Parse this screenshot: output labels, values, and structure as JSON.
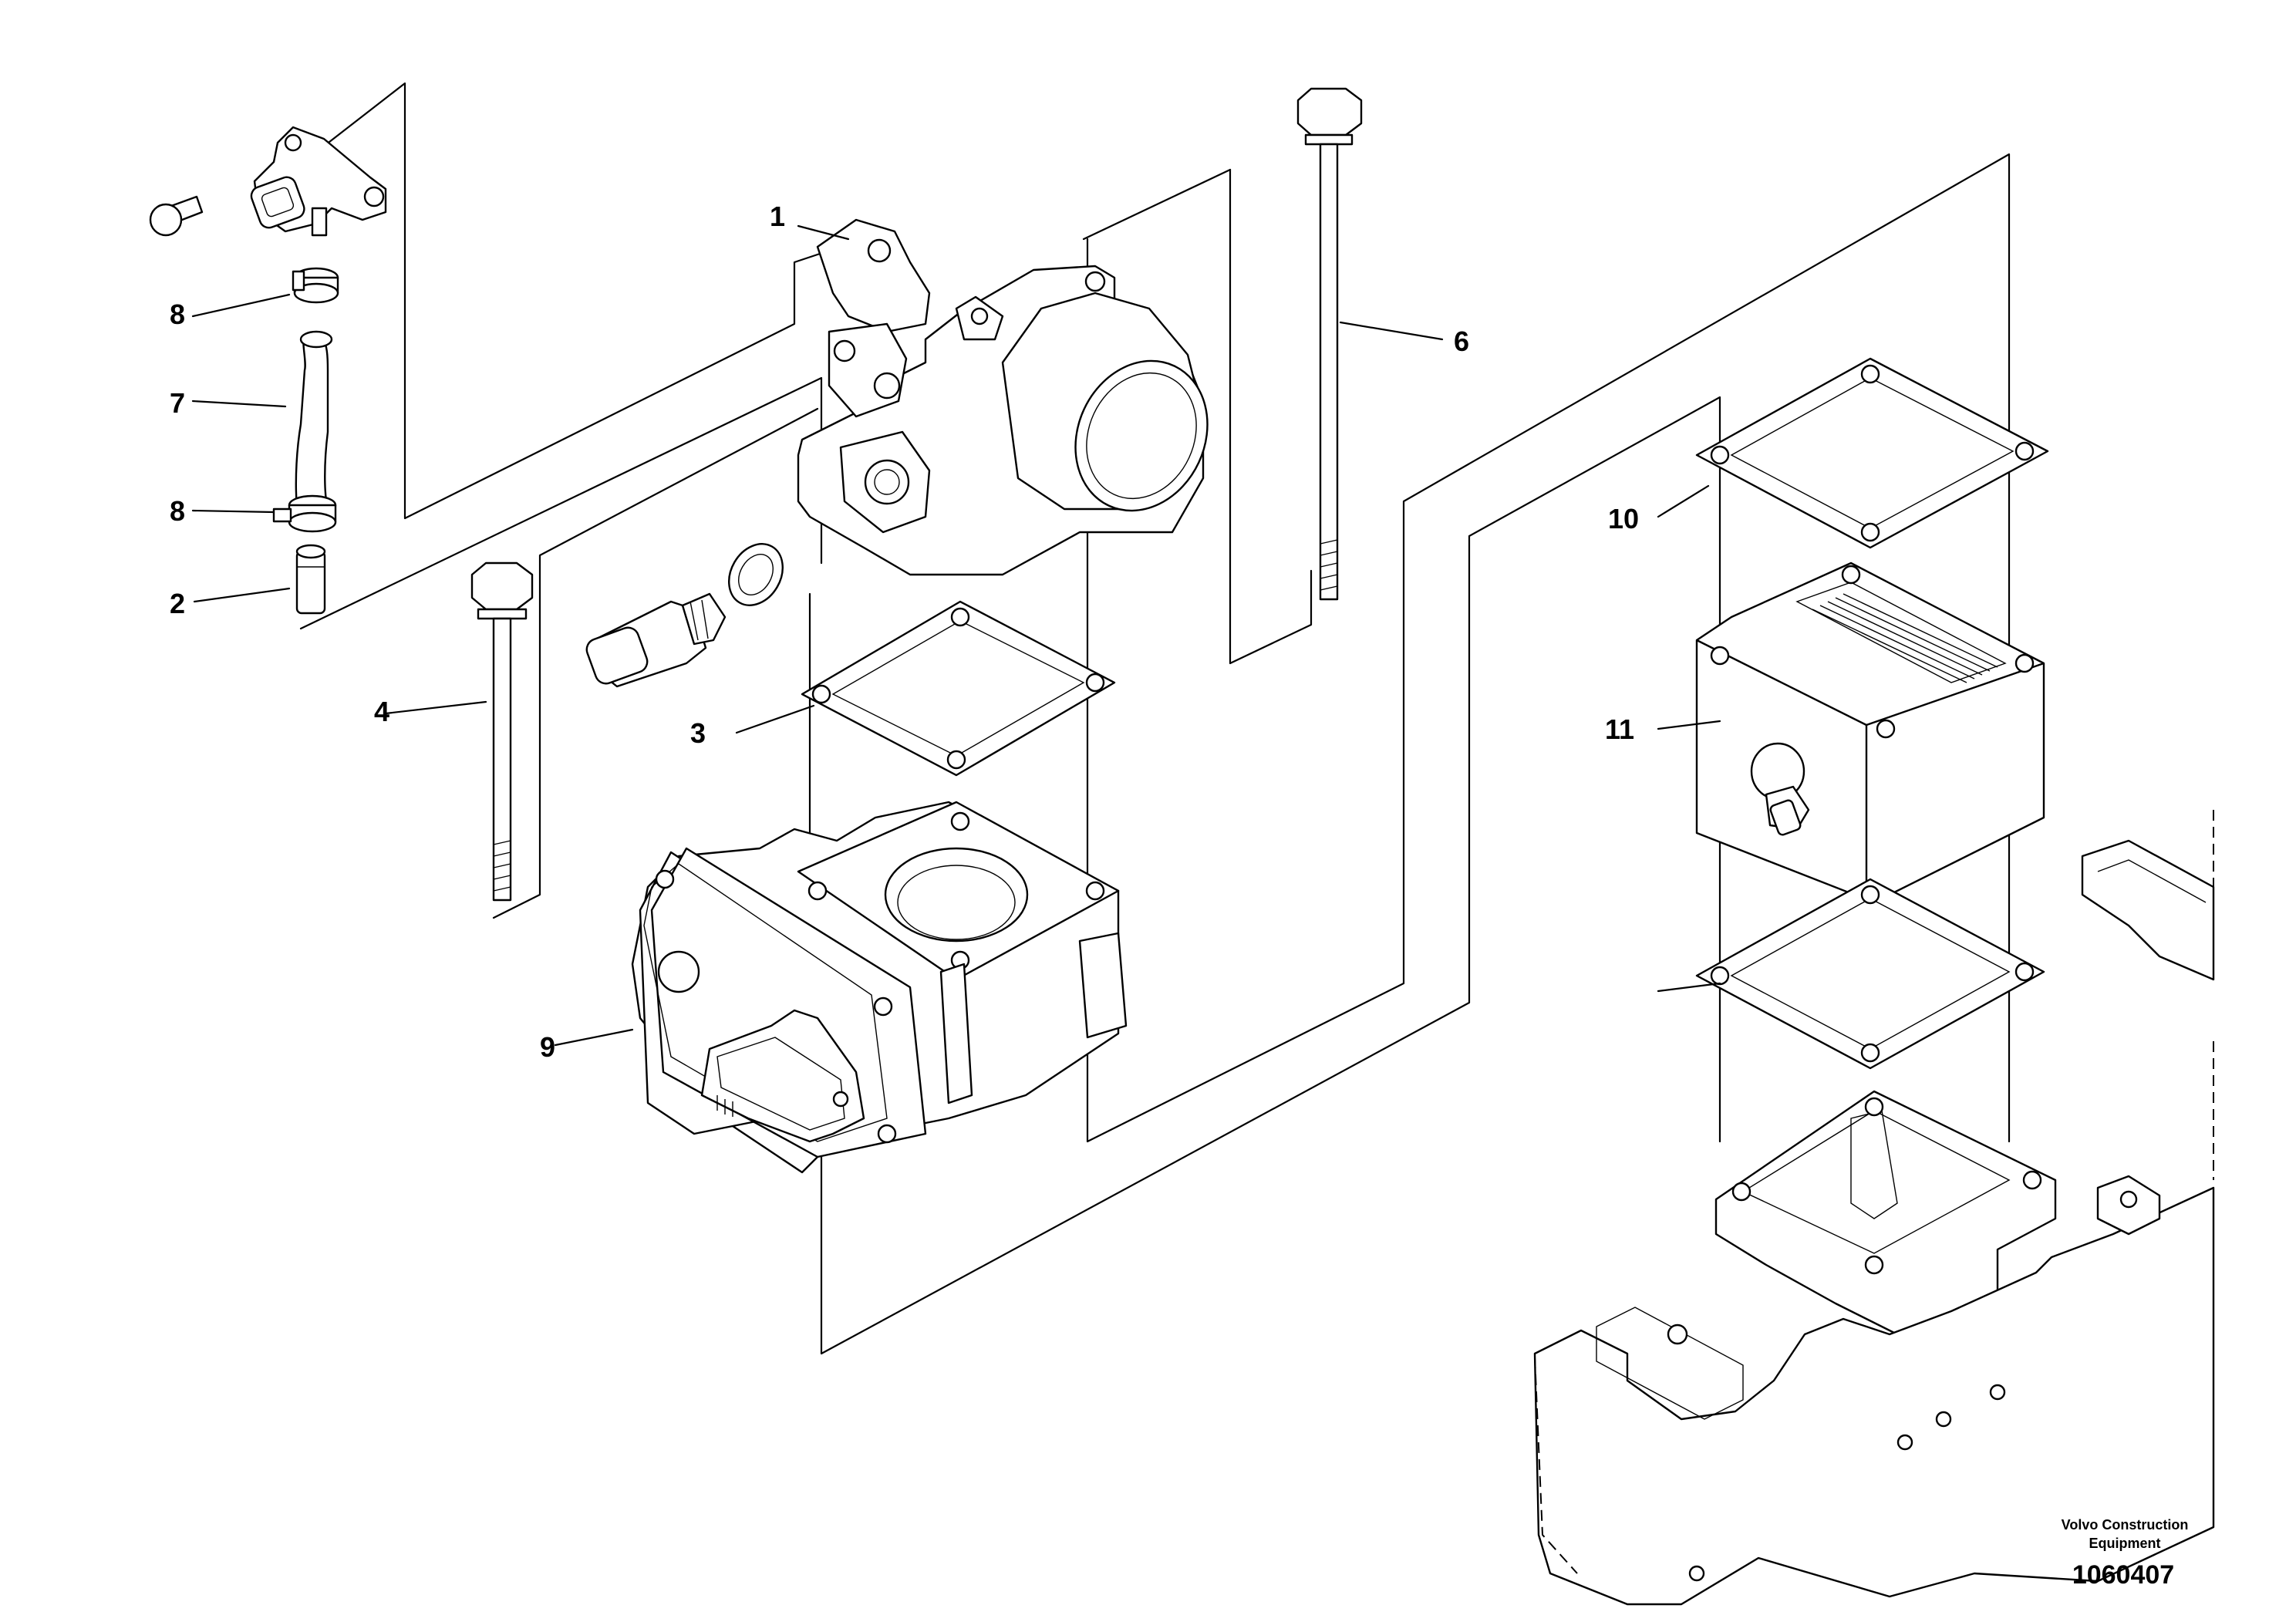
{
  "callouts": {
    "c1": "1",
    "c2": "2",
    "c3": "3",
    "c4": "4",
    "c6": "6",
    "c7": "7",
    "c8a": "8",
    "c8b": "8",
    "c9": "9",
    "c10": "10",
    "c11": "11"
  },
  "footer": {
    "credit_line1": "Volvo Construction",
    "credit_line2": "Equipment",
    "reference_number": "1060407"
  }
}
